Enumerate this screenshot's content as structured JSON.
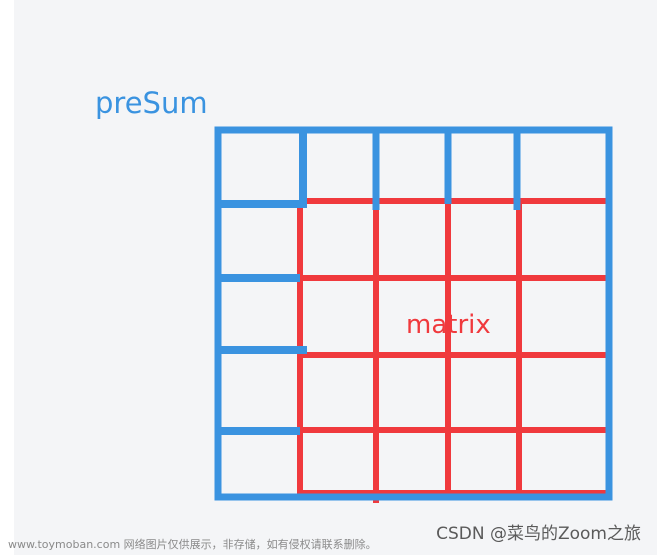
{
  "diagram": {
    "outer_label": "preSum",
    "inner_label": "matrix",
    "outer_color": "#3a93e0",
    "inner_color": "#f0393d",
    "outer_grid": {
      "rows": 5,
      "cols": 5
    },
    "inner_grid": {
      "rows": 4,
      "cols": 4
    }
  },
  "watermarks": {
    "left": "www.toymoban.com 网络图片仅供展示，非存储，如有侵权请联系删除。",
    "right": "CSDN @菜鸟的Zoom之旅"
  }
}
